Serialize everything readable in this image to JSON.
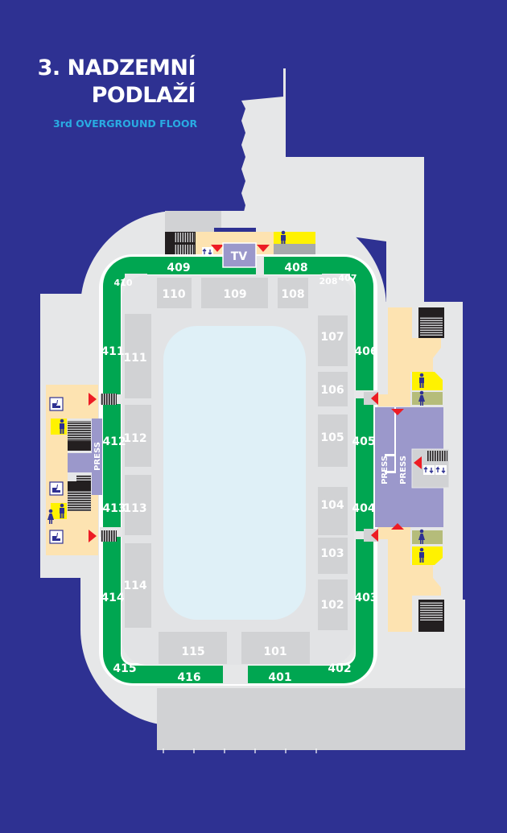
{
  "header": {
    "title_line1": "3. NADZEMNÍ",
    "title_line2": "PODLAŽÍ",
    "subtitle": "3rd OVERGROUND FLOOR"
  },
  "colors": {
    "background": "#2e3192",
    "building": "#e6e7e8",
    "seating_blocks": "#d1d2d4",
    "concourse_ring": "#00a651",
    "ice": "#dff0f7",
    "service_area": "#fde3b1",
    "mens_wc": "#fff200",
    "womens_wc": "#b5bc7a",
    "press": "#9b98cb",
    "exit_arrow": "#ed1c24"
  },
  "map": {
    "tv_label": "TV",
    "press_label": "PRESS",
    "inner_sections": {
      "s101": "101",
      "s102": "102",
      "s103": "103",
      "s104": "104",
      "s105": "105",
      "s106": "106",
      "s107": "107",
      "s108": "108",
      "s109": "109",
      "s110": "110",
      "s111": "111",
      "s112": "112",
      "s113": "113",
      "s114": "114",
      "s115": "115",
      "s208": "208"
    },
    "ring_sections": {
      "s401": "401",
      "s402": "402",
      "s403": "403",
      "s404": "404",
      "s405": "405",
      "s406": "406",
      "s407": "407",
      "s408": "408",
      "s409": "409",
      "s410": "410",
      "s411": "411",
      "s412": "412",
      "s413": "413",
      "s414": "414",
      "s415": "415",
      "s416": "416"
    },
    "icons": [
      "stairs-icon",
      "elevator-icon",
      "mens-restroom-icon",
      "womens-restroom-icon",
      "accessible-restroom-icon",
      "exit-arrow-icon"
    ]
  }
}
